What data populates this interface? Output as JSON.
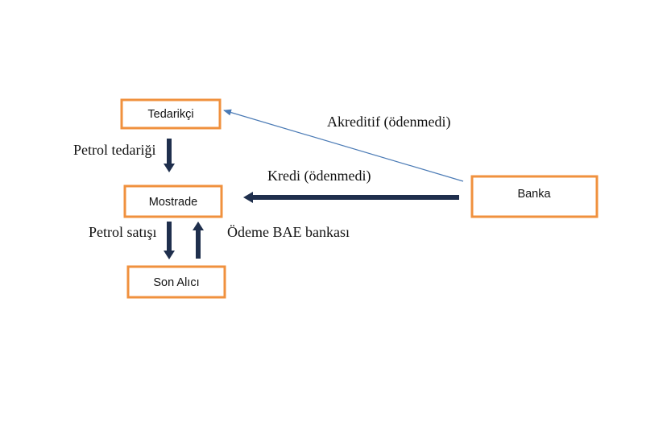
{
  "nodes": {
    "supplier": "Tedarikçi",
    "mostrade": "Mostrade",
    "buyer": "Son Alıcı",
    "bank": "Banka"
  },
  "edges": {
    "letter_of_credit": "Akreditif (ödenmedi)",
    "loan": "Kredi (ödenmedi)",
    "oil_supply": "Petrol tedariği",
    "oil_sale": "Petrol satışı",
    "payment": "Ödeme BAE bankası"
  },
  "colors": {
    "box_border": "#f0913e",
    "thick_arrow": "#1f2f4d",
    "thin_arrow": "#4a7ab5"
  }
}
